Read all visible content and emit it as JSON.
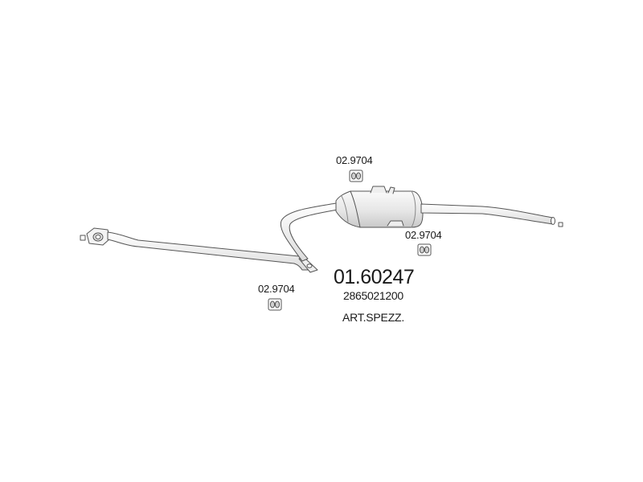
{
  "part": {
    "number": "01.60247",
    "oem_code": "2865021200",
    "note": "ART.SPEZZ."
  },
  "hangers": [
    {
      "code": "02.9704"
    },
    {
      "code": "02.9704"
    },
    {
      "code": "02.9704"
    }
  ],
  "colors": {
    "line": "#555555",
    "fill_light": "#f2f2f2",
    "fill_mid": "#d8d8d8"
  }
}
